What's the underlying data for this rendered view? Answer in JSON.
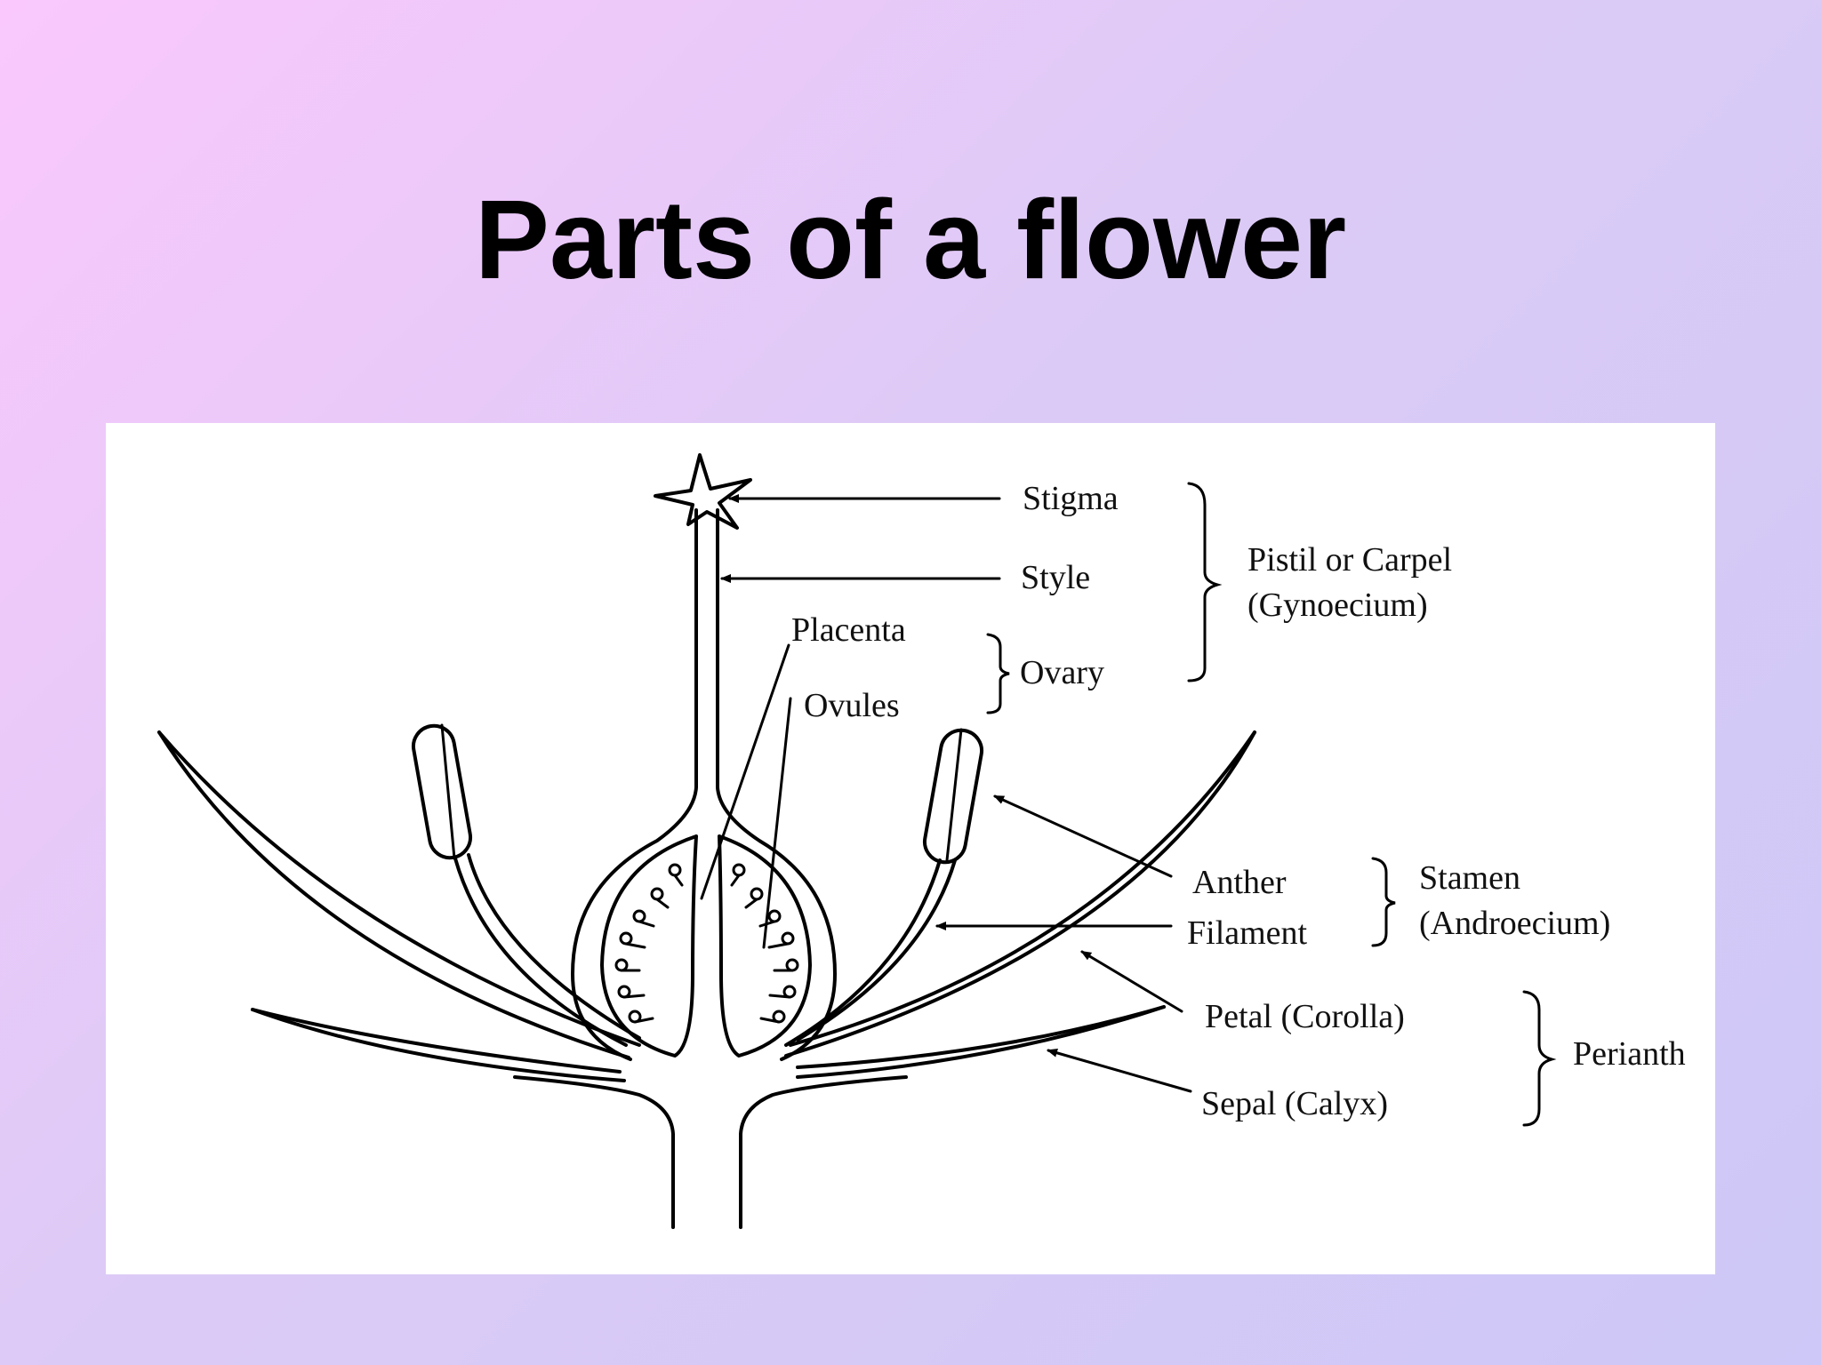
{
  "title": "Parts of a flower",
  "labels": {
    "stigma": "Stigma",
    "style": "Style",
    "placenta": "Placenta",
    "ovules": "Ovules",
    "ovary": "Ovary",
    "pistil_line1": "Pistil or Carpel",
    "pistil_line2": "(Gynoecium)",
    "anther": "Anther",
    "filament": "Filament",
    "stamen_line1": "Stamen",
    "stamen_line2": "(Androecium)",
    "petal": "Petal  (Corolla)",
    "sepal": "Sepal  (Calyx)",
    "perianth": "Perianth"
  },
  "colors": {
    "background_start": "#fac8fc",
    "background_end": "#cdc8f7",
    "panel": "#ffffff",
    "ink": "#000000"
  }
}
